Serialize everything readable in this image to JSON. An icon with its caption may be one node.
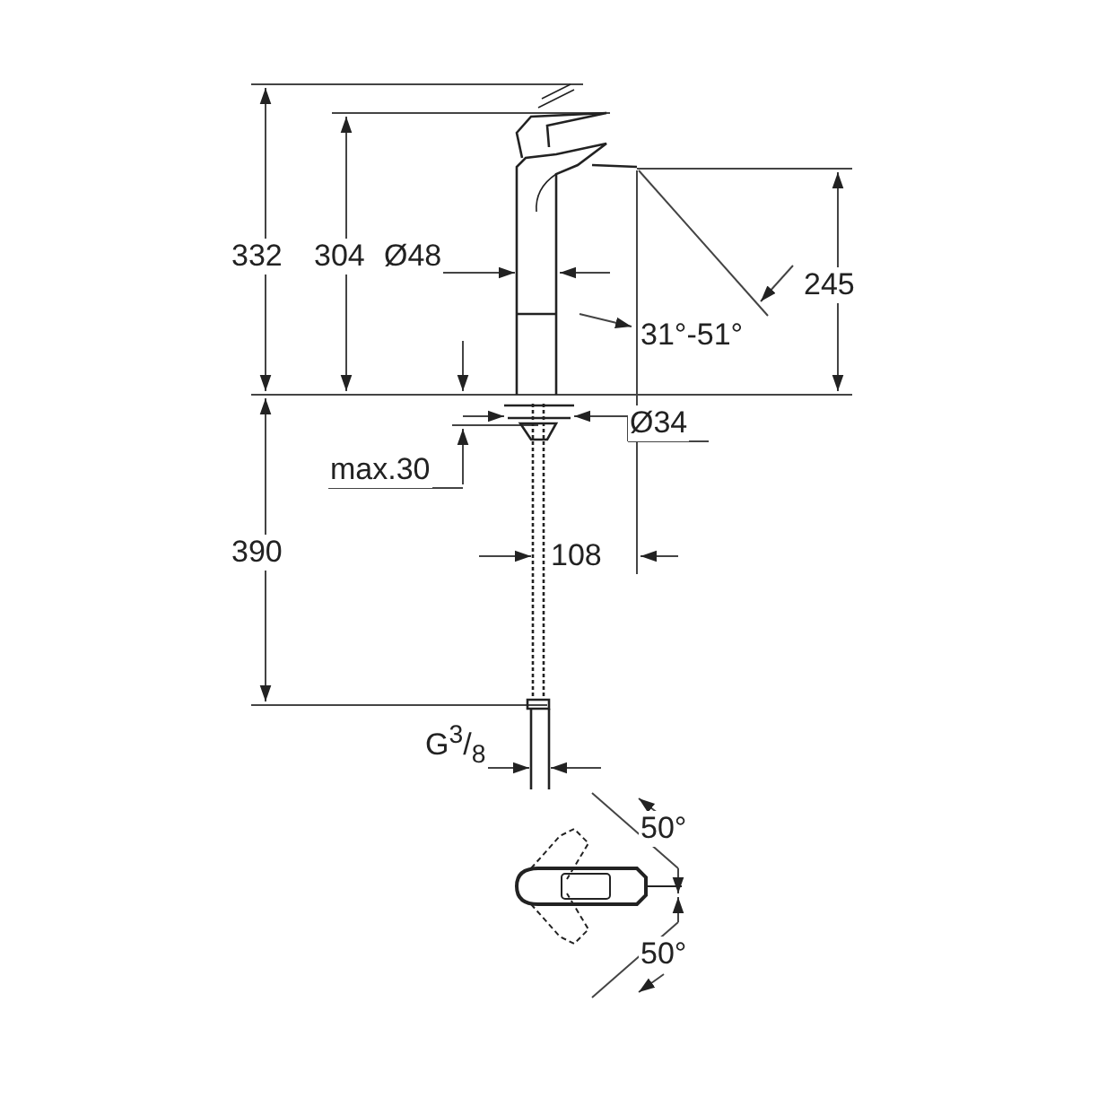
{
  "diagram": {
    "labels": [
      "332",
      "304",
      "Ø48",
      "245",
      "31°-51°",
      "Ø34",
      "max.30",
      "390",
      "108",
      "G$^{3}$/$_{8}$",
      "50°",
      "50°"
    ]
  }
}
